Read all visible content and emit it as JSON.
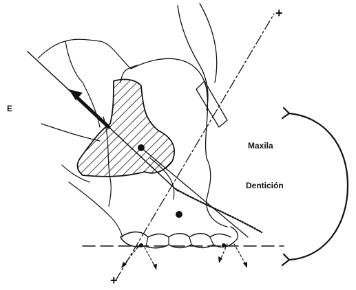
{
  "labels": {
    "left_marker": "E",
    "region_top": "Maxila",
    "region_bottom": "Dentición"
  },
  "colors": {
    "ink": "#111111",
    "paper": "#ffffff"
  }
}
